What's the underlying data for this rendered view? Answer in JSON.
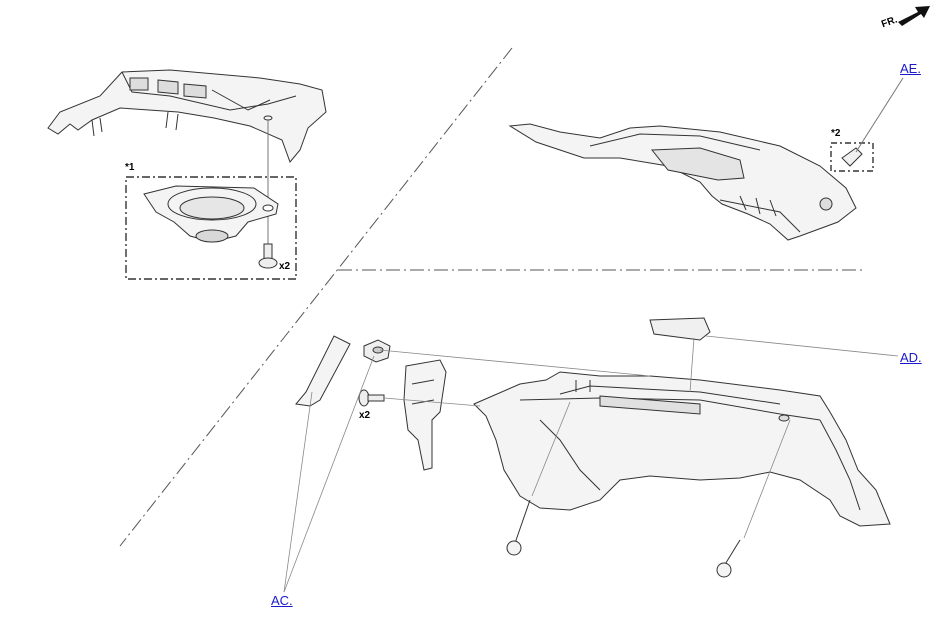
{
  "front_indicator": "FR.",
  "callouts": {
    "ae": "AE.",
    "ad": "AD.",
    "ac": "AC."
  },
  "markers": {
    "star1": "*1",
    "star2": "*2"
  },
  "quantities": {
    "speaker_screw": "x2",
    "bracket_screw": "x2"
  },
  "colors": {
    "line": "#555555",
    "part_outline": "#333333",
    "part_fill": "#f4f4f4",
    "shade": "#d8d8d8",
    "link": "#1a1acc"
  }
}
